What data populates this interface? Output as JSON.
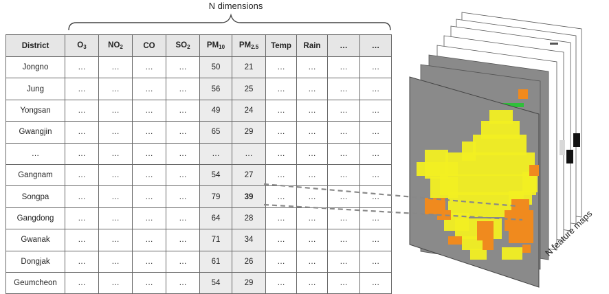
{
  "dimensions_label": "N dimensions",
  "feature_maps_label": "N feature maps",
  "table": {
    "headers": [
      {
        "base": "District",
        "sub": ""
      },
      {
        "base": "O",
        "sub": "3"
      },
      {
        "base": "NO",
        "sub": "2"
      },
      {
        "base": "CO",
        "sub": ""
      },
      {
        "base": "SO",
        "sub": "2"
      },
      {
        "base": "PM",
        "sub": "10"
      },
      {
        "base": "PM",
        "sub": "2.5"
      },
      {
        "base": "Temp",
        "sub": ""
      },
      {
        "base": "Rain",
        "sub": ""
      },
      {
        "base": "…",
        "sub": ""
      },
      {
        "base": "…",
        "sub": ""
      }
    ],
    "rows": [
      [
        "Jongno",
        "…",
        "…",
        "…",
        "…",
        "50",
        "21",
        "…",
        "…",
        "…",
        "…"
      ],
      [
        "Jung",
        "…",
        "…",
        "…",
        "…",
        "56",
        "25",
        "…",
        "…",
        "…",
        "…"
      ],
      [
        "Yongsan",
        "…",
        "…",
        "…",
        "…",
        "49",
        "24",
        "…",
        "…",
        "…",
        "…"
      ],
      [
        "Gwangjin",
        "…",
        "…",
        "…",
        "…",
        "65",
        "29",
        "…",
        "…",
        "…",
        "…"
      ],
      [
        "…",
        "…",
        "…",
        "…",
        "…",
        "…",
        "…",
        "…",
        "…",
        "…",
        "…"
      ],
      [
        "Gangnam",
        "…",
        "…",
        "…",
        "…",
        "54",
        "27",
        "…",
        "…",
        "…",
        "…"
      ],
      [
        "Songpa",
        "…",
        "…",
        "…",
        "…",
        "79",
        "39",
        "…",
        "…",
        "…",
        "…"
      ],
      [
        "Gangdong",
        "…",
        "…",
        "…",
        "…",
        "64",
        "28",
        "…",
        "…",
        "…",
        "…"
      ],
      [
        "Gwanak",
        "…",
        "…",
        "…",
        "…",
        "71",
        "34",
        "…",
        "…",
        "…",
        "…"
      ],
      [
        "Dongjak",
        "…",
        "…",
        "…",
        "…",
        "61",
        "26",
        "…",
        "…",
        "…",
        "…"
      ],
      [
        "Geumcheon",
        "…",
        "…",
        "…",
        "…",
        "54",
        "29",
        "…",
        "…",
        "…",
        "…"
      ]
    ],
    "highlight_cell": {
      "row": 6,
      "col": 6
    }
  },
  "colors": {
    "pm_column_fill": "#ececec",
    "header_fill": "#e6e6e6",
    "map_background": "#8a8a8a",
    "map_yellow": "#f2ef22",
    "map_orange": "#f08a1e",
    "connector_line": "#888888"
  }
}
